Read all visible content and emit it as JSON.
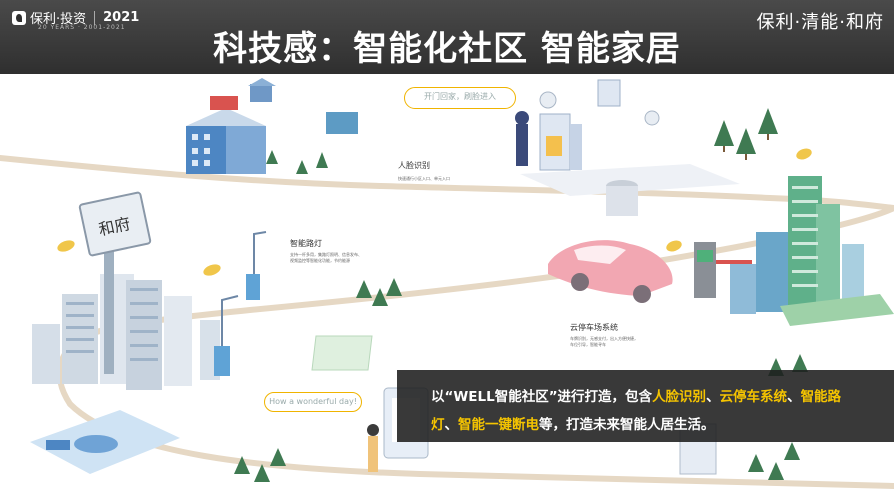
{
  "header": {
    "brand_left": "保利·投资",
    "brand_left_year": "2021",
    "brand_left_sub": "20 YEARS · 2001-2021",
    "title": "科技感：智能化社区  智能家居",
    "brand_right": "保利·清能·和府"
  },
  "scene": {
    "billboard_text": "和府",
    "bubble_top": "开门回家，刷脸进入",
    "bubble_bottom": "How a wonderful day!",
    "face_label": "人脸识别",
    "face_desc": "快速通行小区入口、单元入口",
    "lamp_label": "智能路灯",
    "lamp_desc_1": "支持一杆多用，集路灯照明、信息发布、",
    "lamp_desc_2": "视频监控等智能化功能，节约能源",
    "parking_label": "云停车场系统",
    "parking_desc_1": "车牌识别，无感支付，出入方便快捷，",
    "parking_desc_2": "车位引导，智能寻车"
  },
  "caption": {
    "l1_pre": "以“WELL智能社区”进行打造，包含",
    "l1_hl1": "人脸识别",
    "l1_sep1": "、",
    "l1_hl2": "云停车系统",
    "l1_sep2": "、",
    "l1_hl3": "智能路",
    "l2_hl1": "灯",
    "l2_sep": "、",
    "l2_hl2": "智能一键断电",
    "l2_post": "等，打造未来智能人居生活。"
  },
  "colors": {
    "topbar": "#3a3a3a",
    "road": "#e6d8c4",
    "highlight": "#f5c400",
    "building_blue": "#5b8ec9",
    "car": "#f2a7b2"
  }
}
